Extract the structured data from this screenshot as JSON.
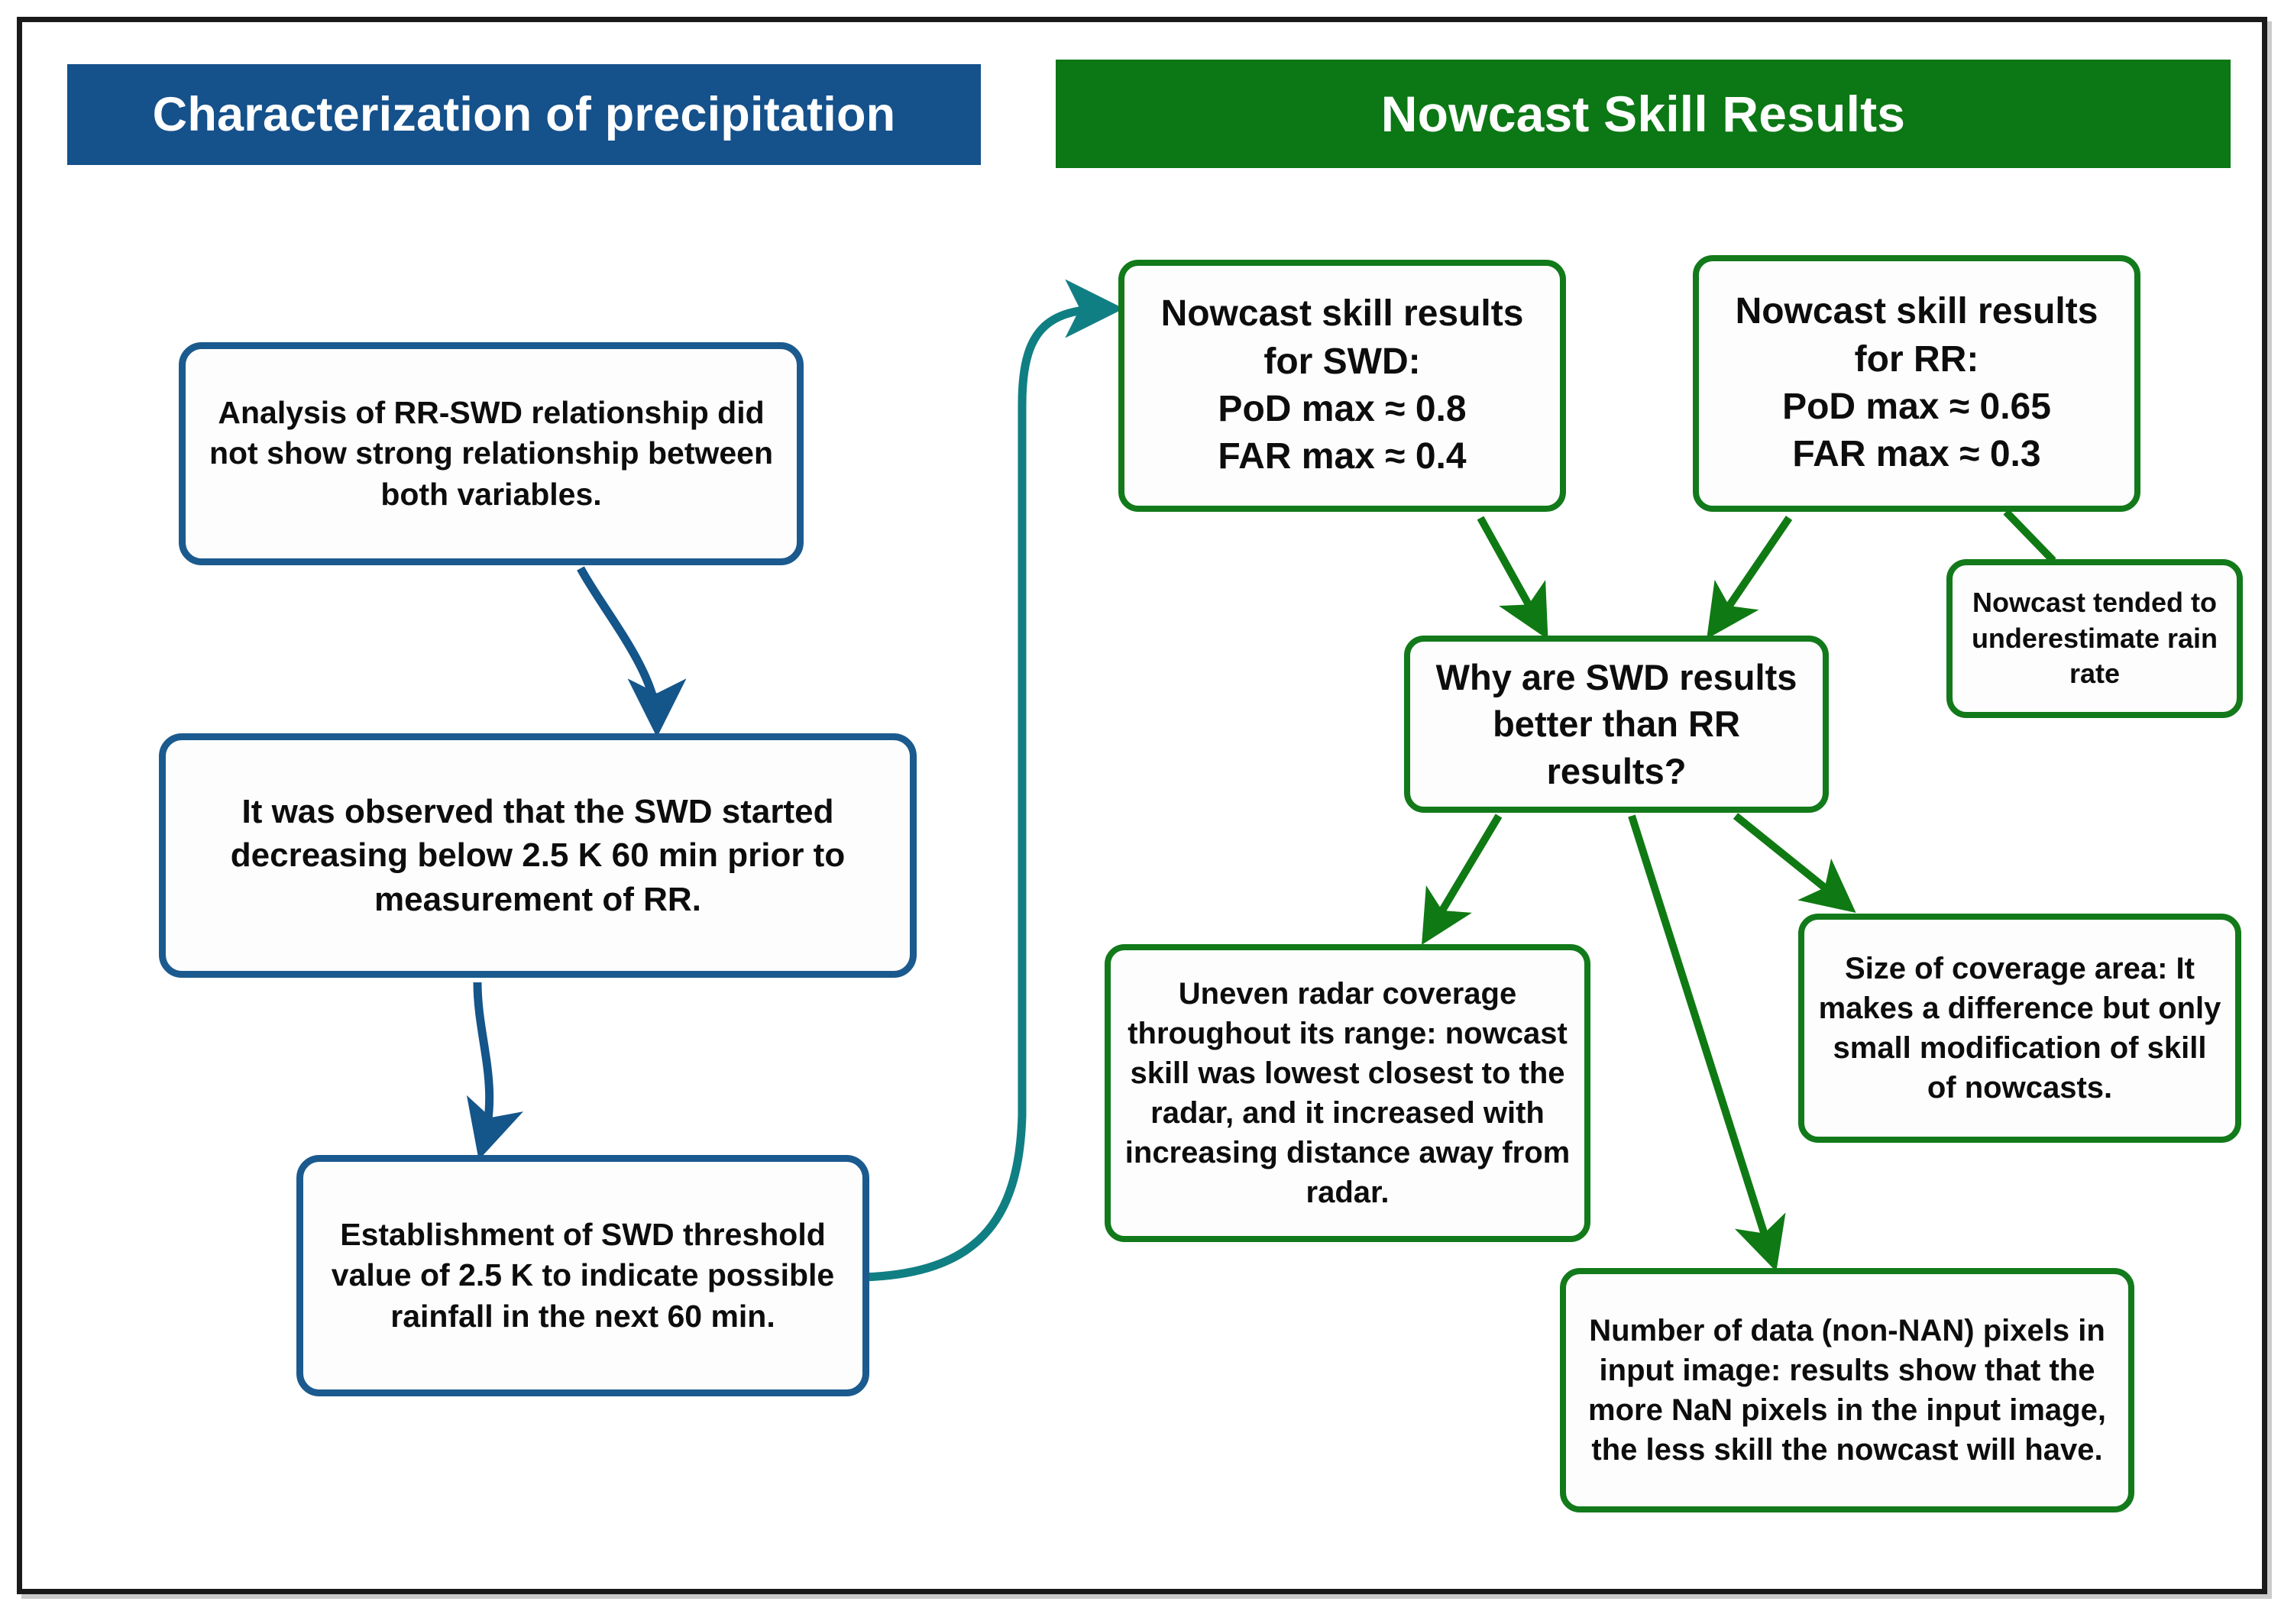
{
  "colors": {
    "blue_banner": "#15518b",
    "green_banner": "#0c7715",
    "blue_node_border": "#1b5a8e",
    "green_node_border": "#127a1a",
    "teal_connector": "#107f83",
    "blue_connector": "#14558a",
    "green_connector": "#0f7a13",
    "frame_border": "#1a1a1a",
    "page_background": "#ffffff"
  },
  "banners": {
    "left": "Characterization of precipitation",
    "right": "Nowcast Skill Results"
  },
  "nodes": {
    "analysis": "Analysis of RR-SWD relationship did not show strong relationship between both variables.",
    "observed": "It was observed that the SWD started decreasing below 2.5 K 60 min prior to measurement of RR.",
    "threshold": "Establishment of SWD threshold value of 2.5 K to indicate possible rainfall in the next 60 min.",
    "swd_results": "Nowcast skill results for SWD:\nPoD max ≈ 0.8\nFAR max ≈ 0.4",
    "rr_results": "Nowcast skill results for RR:\nPoD max ≈ 0.65\nFAR max ≈ 0.3",
    "underestimate": "Nowcast tended to underestimate rain rate",
    "why": "Why are SWD results better than RR results?",
    "uneven_coverage": "Uneven radar coverage throughout its range: nowcast skill was lowest closest to the radar, and it increased with increasing distance away from radar.",
    "coverage_size": "Size of coverage area: It makes a difference but only small modification of skill of nowcasts.",
    "non_nan": "Number of data (non-NAN) pixels in input image: results show that the more NaN pixels in the input image, the less skill the nowcast will have."
  },
  "connectors": [
    {
      "name": "analysis-to-observed",
      "from": "analysis",
      "to": "observed",
      "style": "blue-curved-arrow"
    },
    {
      "name": "observed-to-threshold",
      "from": "observed",
      "to": "threshold",
      "style": "blue-curved-arrow"
    },
    {
      "name": "threshold-to-swd-results",
      "from": "threshold",
      "to": "swd_results",
      "style": "teal-curved-arrow"
    },
    {
      "name": "swd-results-to-why",
      "from": "swd_results",
      "to": "why",
      "style": "green-arrow"
    },
    {
      "name": "rr-results-to-why",
      "from": "rr_results",
      "to": "why",
      "style": "green-arrow"
    },
    {
      "name": "rr-results-to-underestimate",
      "from": "rr_results",
      "to": "underestimate",
      "style": "green-line"
    },
    {
      "name": "why-to-uneven-coverage",
      "from": "why",
      "to": "uneven_coverage",
      "style": "green-arrow"
    },
    {
      "name": "why-to-non-nan",
      "from": "why",
      "to": "non_nan",
      "style": "green-arrow"
    },
    {
      "name": "why-to-coverage-size",
      "from": "why",
      "to": "coverage_size",
      "style": "green-arrow"
    }
  ]
}
